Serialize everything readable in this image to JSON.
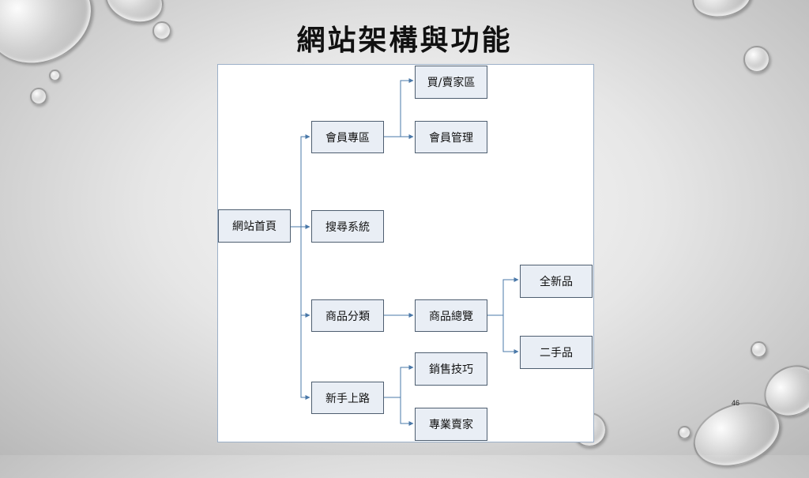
{
  "slide": {
    "title": "網站架構與功能",
    "page_number": "46"
  },
  "diagram": {
    "nodes": {
      "home": "網站首頁",
      "member": "會員專區",
      "buy_sell": "買/賣家區",
      "member_mgmt": "會員管理",
      "search": "搜尋系統",
      "category": "商品分類",
      "overview": "商品總覽",
      "brand_new": "全新品",
      "second_hand": "二手品",
      "newbie": "新手上路",
      "sales_tips": "銷售技巧",
      "pro_seller": "專業賣家"
    },
    "edges": [
      [
        "home",
        "member"
      ],
      [
        "home",
        "search"
      ],
      [
        "home",
        "category"
      ],
      [
        "home",
        "newbie"
      ],
      [
        "member",
        "buy_sell"
      ],
      [
        "member",
        "member_mgmt"
      ],
      [
        "category",
        "overview"
      ],
      [
        "overview",
        "brand_new"
      ],
      [
        "overview",
        "second_hand"
      ],
      [
        "newbie",
        "sales_tips"
      ],
      [
        "newbie",
        "pro_seller"
      ]
    ]
  }
}
